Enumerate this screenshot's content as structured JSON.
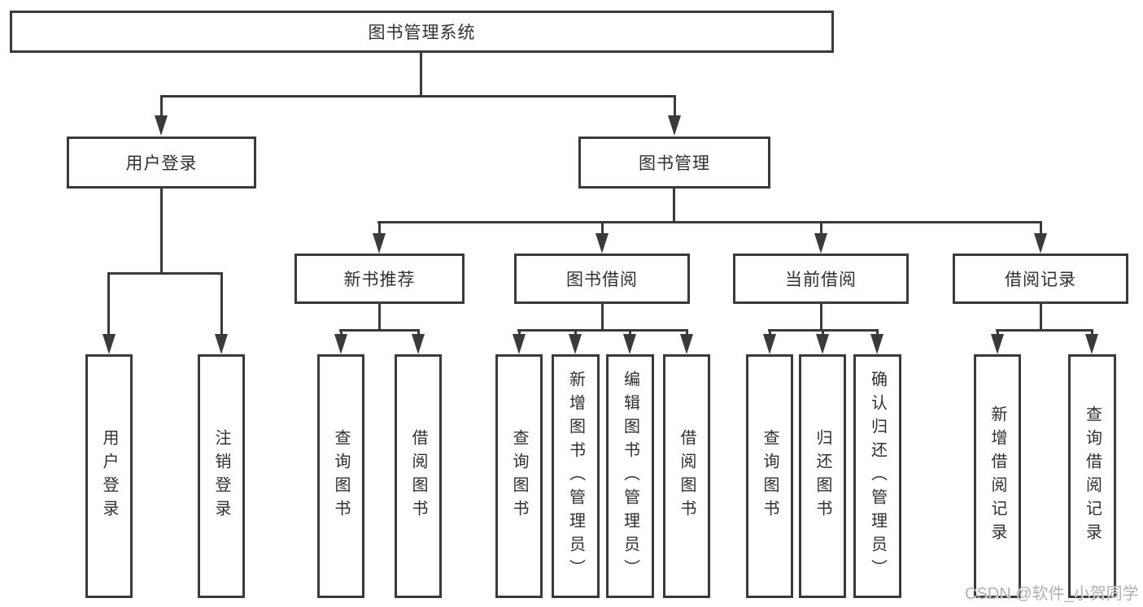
{
  "nodes": {
    "root": {
      "label": "图书管理系统"
    },
    "level2": [
      {
        "label": "用户登录"
      },
      {
        "label": "图书管理"
      }
    ],
    "level3": [
      {
        "label": "新书推荐",
        "parent": "图书管理"
      },
      {
        "label": "图书借阅",
        "parent": "图书管理"
      },
      {
        "label": "当前借阅",
        "parent": "图书管理"
      },
      {
        "label": "借阅记录",
        "parent": "图书管理"
      }
    ],
    "level4": [
      {
        "label": "用户登录",
        "parent": "用户登录"
      },
      {
        "label": "注销登录",
        "parent": "用户登录"
      },
      {
        "label": "查询图书",
        "parent": "新书推荐"
      },
      {
        "label": "借阅图书",
        "parent": "新书推荐"
      },
      {
        "label": "查询图书",
        "parent": "图书借阅"
      },
      {
        "label": "新增图书（管理员）",
        "parent": "图书借阅"
      },
      {
        "label": "编辑图书（管理员）",
        "parent": "图书借阅"
      },
      {
        "label": "借阅图书",
        "parent": "图书借阅"
      },
      {
        "label": "查询图书",
        "parent": "当前借阅"
      },
      {
        "label": "归还图书",
        "parent": "当前借阅"
      },
      {
        "label": "确认归还（管理员）",
        "parent": "当前借阅"
      },
      {
        "label": "新增借阅记录",
        "parent": "借阅记录"
      },
      {
        "label": "查询借阅记录",
        "parent": "借阅记录"
      }
    ]
  },
  "watermark": {
    "text": "CSDN @软件_小贺同学"
  },
  "colors": {
    "line": "#3a3a3a",
    "text": "#303030",
    "watermark": "#b0b0b0",
    "background": "#ffffff"
  }
}
